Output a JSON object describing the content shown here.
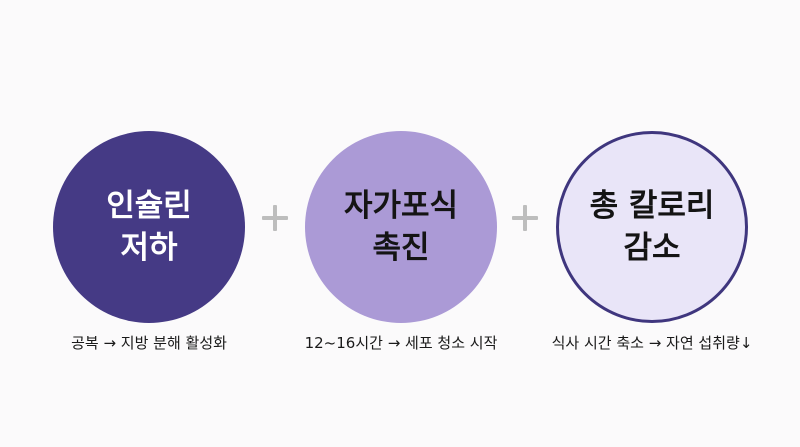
{
  "factors": [
    {
      "lines": [
        "인슐린",
        "저하"
      ],
      "caption": "공복 → 지방 분해 활성화",
      "fill": "#453a85",
      "text_color": "#ffffff"
    },
    {
      "lines": [
        "자가포식",
        "촉진"
      ],
      "caption": "12~16시간 → 세포 청소 시작",
      "fill": "#ab9ad6",
      "text_color": "#141414"
    },
    {
      "lines": [
        "총 칼로리",
        "감소"
      ],
      "caption": "식사 시간 축소 → 자연 섭취량↓",
      "fill": "#e9e5f8",
      "border": "#3f367e",
      "text_color": "#141414"
    }
  ],
  "connector_icon": "plus-icon",
  "connector_color": "#bdbdbd"
}
